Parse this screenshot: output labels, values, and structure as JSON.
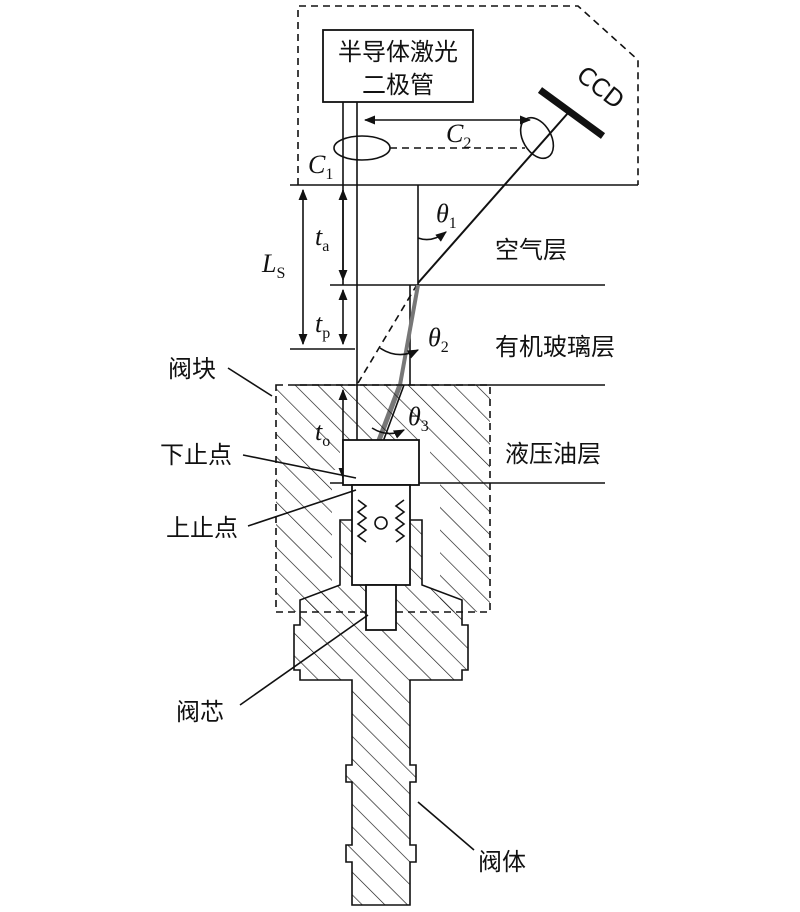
{
  "laser": {
    "line1": "半导体激光",
    "line2": "二极管"
  },
  "ccd": "CCD",
  "symbols": {
    "c1": "C",
    "c1_sub": "1",
    "c2": "C",
    "c2_sub": "2",
    "theta1": "θ",
    "theta1_sub": "1",
    "theta2": "θ",
    "theta2_sub": "2",
    "theta3": "θ",
    "theta3_sub": "3",
    "ls": "L",
    "ls_sub": "S",
    "ta": "t",
    "ta_sub": "a",
    "tp": "t",
    "tp_sub": "p",
    "to": "t",
    "to_sub": "o"
  },
  "layers": {
    "air": "空气层",
    "glass": "有机玻璃层",
    "oil": "液压油层"
  },
  "parts": {
    "valve_block": "阀块",
    "bdc": "下止点",
    "tdc": "上止点",
    "valve_core": "阀芯",
    "valve_body": "阀体"
  }
}
